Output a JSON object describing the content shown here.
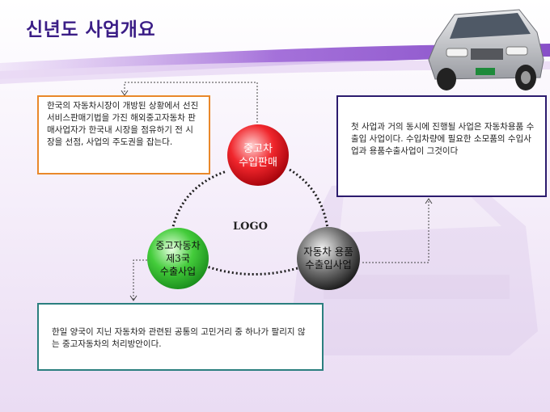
{
  "title": "신년도 사업개요",
  "logo": "LOGO",
  "nodes": {
    "red": {
      "line1": "중고차",
      "line2": "수입판매"
    },
    "green": {
      "line1": "중고자동차",
      "line2": "제3국",
      "line3": "수출사업"
    },
    "gray": {
      "line1": "자동차 용품",
      "line2": "수출입사업"
    }
  },
  "boxes": {
    "orange": "한국의 자동차시장이 개방된 상황에서 선진서비스판매기법을 가진 해외중고자동차 판매사업자가 한국내 시장을 점유하기 전 시장을 선점, 사업의 주도권을 잡는다.",
    "purple": "첫 사업과 거의 동시에 진행될 사업은 자동차용품 수출입 사업이다. 수입차량에 필요한 소모품의 수입사업과 용품수출사업이 그것이다",
    "teal": "한일 양국이 지닌 자동차와 관련된 공통의 고민거리 중 하나가 팔리지 않는 중고자동차의 처리방안이다."
  },
  "colors": {
    "title": "#3b1d86",
    "orange_border": "#e9882a",
    "purple_border": "#2c1b6e",
    "teal_border": "#2b7f7f",
    "red_node": "#e8141b",
    "green_node": "#37c334",
    "gray_node": "#1e1e1e"
  }
}
